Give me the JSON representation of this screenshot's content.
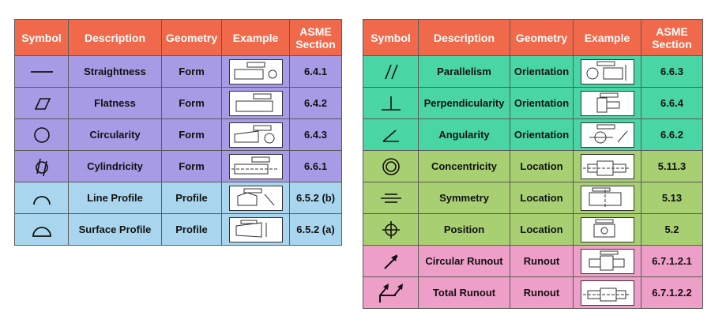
{
  "left_table": {
    "headers": [
      "Symbol",
      "Description",
      "Geometry",
      "Example",
      "ASME\nSection"
    ],
    "rows": [
      {
        "description": "Straightness",
        "geometry": "Form",
        "section": "6.4.1",
        "symbol": "straightness-icon",
        "color": "#a79be5"
      },
      {
        "description": "Flatness",
        "geometry": "Form",
        "section": "6.4.2",
        "symbol": "flatness-icon",
        "color": "#a79be5"
      },
      {
        "description": "Circularity",
        "geometry": "Form",
        "section": "6.4.3",
        "symbol": "circularity-icon",
        "color": "#a79be5"
      },
      {
        "description": "Cylindricity",
        "geometry": "Form",
        "section": "6.6.1",
        "symbol": "cylindricity-icon",
        "color": "#a79be5"
      },
      {
        "description": "Line Profile",
        "geometry": "Profile",
        "section": "6.5.2 (b)",
        "symbol": "line-profile-icon",
        "color": "#a9d6ee"
      },
      {
        "description": "Surface Profile",
        "geometry": "Profile",
        "section": "6.5.2 (a)",
        "symbol": "surface-profile-icon",
        "color": "#a9d6ee"
      }
    ]
  },
  "right_table": {
    "headers": [
      "Symbol",
      "Description",
      "Geometry",
      "Example",
      "ASME\nSection"
    ],
    "rows": [
      {
        "description": "Parallelism",
        "geometry": "Orientation",
        "section": "6.6.3",
        "symbol": "parallelism-icon",
        "color": "#49d6a4"
      },
      {
        "description": "Perpendicularity",
        "geometry": "Orientation",
        "section": "6.6.4",
        "symbol": "perpendicularity-icon",
        "color": "#49d6a4"
      },
      {
        "description": "Angularity",
        "geometry": "Orientation",
        "section": "6.6.2",
        "symbol": "angularity-icon",
        "color": "#49d6a4"
      },
      {
        "description": "Concentricity",
        "geometry": "Location",
        "section": "5.11.3",
        "symbol": "concentricity-icon",
        "color": "#a8cf71"
      },
      {
        "description": "Symmetry",
        "geometry": "Location",
        "section": "5.13",
        "symbol": "symmetry-icon",
        "color": "#a8cf71"
      },
      {
        "description": "Position",
        "geometry": "Location",
        "section": "5.2",
        "symbol": "position-icon",
        "color": "#a8cf71"
      },
      {
        "description": "Circular Runout",
        "geometry": "Runout",
        "section": "6.7.1.2.1",
        "symbol": "circular-runout-icon",
        "color": "#ee9fc8"
      },
      {
        "description": "Total Runout",
        "geometry": "Runout",
        "section": "6.7.1.2.2",
        "symbol": "total-runout-icon",
        "color": "#ee9fc8"
      }
    ]
  }
}
